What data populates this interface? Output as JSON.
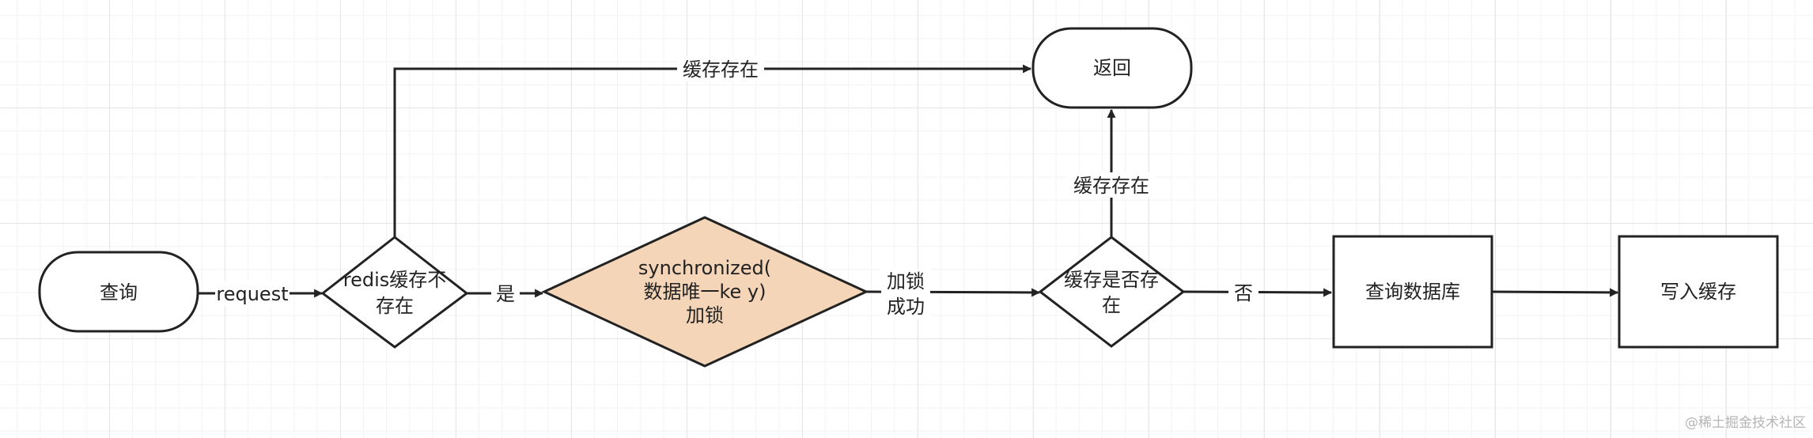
{
  "colors": {
    "stroke": "#222222",
    "lock_fill": "#f5d5b8",
    "node_fill": "#ffffff"
  },
  "nodes": {
    "query": "查询",
    "check_exists": [
      "redis缓存不",
      "存在"
    ],
    "lock": [
      "synchronized(",
      "数据唯一ke y)",
      "加锁"
    ],
    "recheck": [
      "缓存是否存",
      "在"
    ],
    "query_db": "查询数据库",
    "write_cache": "写入缓存",
    "return": "返回"
  },
  "edges": {
    "request": "request",
    "yes": "是",
    "lock_success": [
      "加锁",
      "成功"
    ],
    "no": "否",
    "cache_exists_top": "缓存存在",
    "cache_exists_up": "缓存存在"
  },
  "watermark": "@稀土掘金技术社区"
}
